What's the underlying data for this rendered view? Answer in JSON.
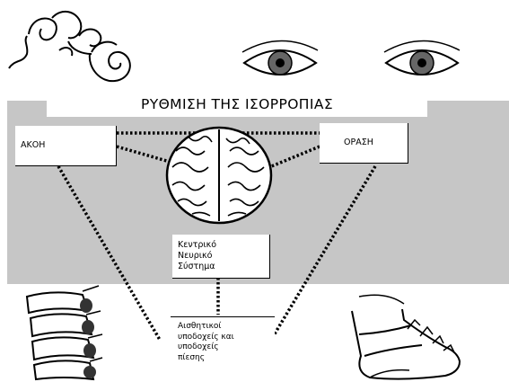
{
  "title": "ΡΥΘΜΙΣΗ ΤΗΣ ΙΣΟΡΡΟΠΙΑΣ",
  "nodes": {
    "hearing": "ΑΚΟΗ",
    "vision": "ΟΡΑΣΗ",
    "cns": [
      "Κεντρικό",
      "Νευρικό",
      "Σύστημα"
    ],
    "receptors": [
      "Αισθητικοί",
      "υποδοχείς και",
      "υποδοχείς",
      "πίεσης"
    ]
  },
  "colors": {
    "background": "#ffffff",
    "band": "#c6c6c6",
    "line": "#000000"
  }
}
